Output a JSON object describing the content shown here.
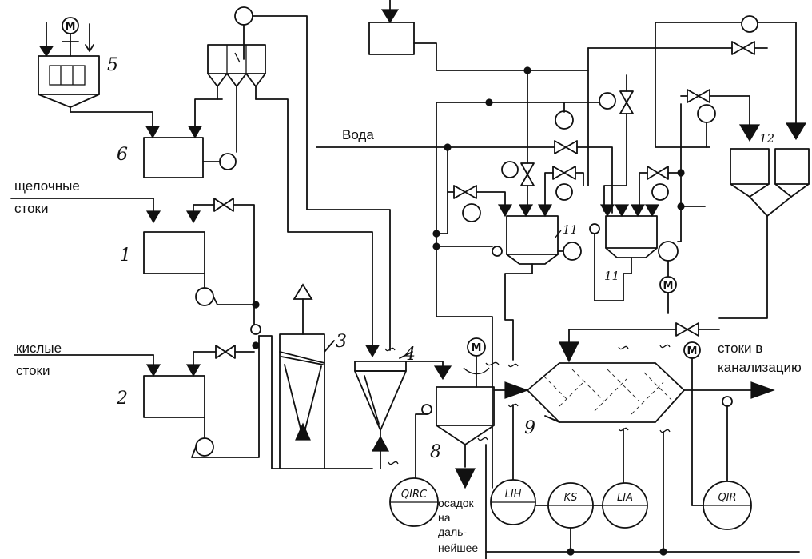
{
  "labels": {
    "water": "Вода",
    "alkaline_line1": "щелочные",
    "alkaline_line2": "стоки",
    "acid_line1": "кислые",
    "acid_line2": "стоки",
    "sewer_line1": "стоки в",
    "sewer_line2": "канализацию",
    "sludge_line1": "осадок",
    "sludge_line2": "на",
    "sludge_line3": "даль-",
    "sludge_line4": "нейшее"
  },
  "equipment_numbers": {
    "n1": "1",
    "n2": "2",
    "n3": "3",
    "n4": "4",
    "n5": "5",
    "n6": "6",
    "n8": "8",
    "n9": "9",
    "n11a": "11",
    "n11b": "11",
    "n12": "12"
  },
  "instruments": {
    "qirc_left": "QIRC",
    "lih": "LIH",
    "ks": "KS",
    "lia": "LIA",
    "qir_right": "QIR"
  },
  "motor_symbol": "M"
}
